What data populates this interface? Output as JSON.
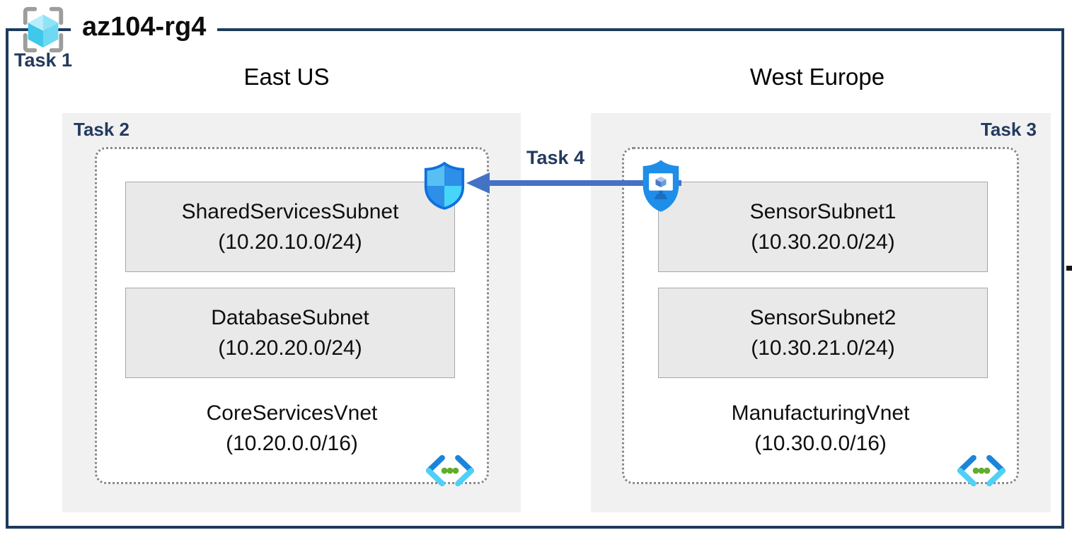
{
  "resource_group": {
    "name": "az104-rg4",
    "icon": "resource-group-icon"
  },
  "labels": {
    "task1": "Task 1",
    "task2": "Task 2",
    "task3": "Task 3",
    "task4": "Task 4"
  },
  "regions": {
    "left": "East US",
    "right": "West Europe"
  },
  "vnets": {
    "left": {
      "region": "East US",
      "name": "CoreServicesVnet",
      "cidr": "(10.20.0.0/16)",
      "subnets": [
        {
          "name": "SharedServicesSubnet",
          "cidr": "(10.20.10.0/24)"
        },
        {
          "name": "DatabaseSubnet",
          "cidr": "(10.20.20.0/24)"
        }
      ]
    },
    "right": {
      "region": "West Europe",
      "name": "ManufacturingVnet",
      "cidr": "(10.30.0.0/16)",
      "subnets": [
        {
          "name": "SensorSubnet1",
          "cidr": "(10.30.20.0/24)"
        },
        {
          "name": "SensorSubnet2",
          "cidr": "(10.30.21.0/24)"
        }
      ]
    }
  },
  "icons": {
    "nsg": "network-security-group-shield-icon",
    "bastion": "bastion-shield-monitor-icon",
    "vnet": "virtual-network-chevrons-icon",
    "resource_group": "resource-group-cube-brackets-icon"
  },
  "colors": {
    "navy": "#1e3a5c",
    "task": "#243a5e",
    "arrow": "#4472c4",
    "panel": "#f1f1f2",
    "subnet-fill": "#e9e9e9",
    "subnet-border": "#a7a7a7",
    "dotted": "#8a8a8a",
    "cyan-light": "#4fd0f7",
    "blue-mid": "#1b84db",
    "green-dot": "#5fae2a"
  }
}
